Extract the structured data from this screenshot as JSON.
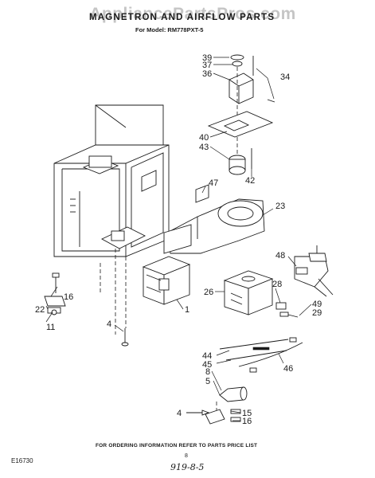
{
  "watermark": "AppliancePartsPros.com",
  "title": "MAGNETRON AND AIRFLOW PARTS",
  "model_line": "For Model: RM778PXT-5",
  "footer_note": "FOR ORDERING INFORMATION REFER TO PARTS PRICE LIST",
  "page_number": "8",
  "doc_code": "E16730",
  "handwritten_note": "919-8-5",
  "callouts": {
    "c39": "39",
    "c37": "37",
    "c36": "36",
    "c34": "34",
    "c40": "40",
    "c43": "43",
    "c42": "42",
    "c47": "47",
    "c23": "23",
    "c48": "48",
    "c28": "28",
    "c26": "26",
    "c49": "49",
    "c29": "29",
    "c16a": "16",
    "c22": "22",
    "c11": "11",
    "c4a": "4",
    "c1": "1",
    "c44": "44",
    "c45": "45",
    "c46": "46",
    "c8": "8",
    "c5": "5",
    "c4b": "4",
    "c15": "15",
    "c16b": "16"
  }
}
